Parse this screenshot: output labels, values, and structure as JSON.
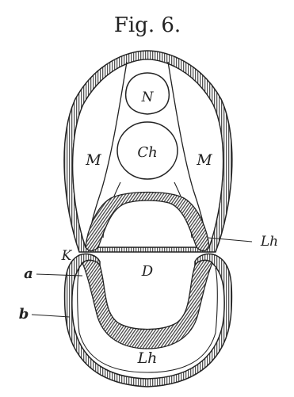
{
  "figure": {
    "title": "Fig. 6.",
    "labels": {
      "N": "N",
      "Ch": "Ch",
      "M_left": "M",
      "M_right": "M",
      "K": "K",
      "D": "D",
      "Lh_right": "Lh",
      "Lh_bottom": "Lh",
      "a": "a",
      "b": "b"
    }
  },
  "colors": {
    "ink": "#222222",
    "hatch": "#555555",
    "paper": "#ffffff"
  }
}
